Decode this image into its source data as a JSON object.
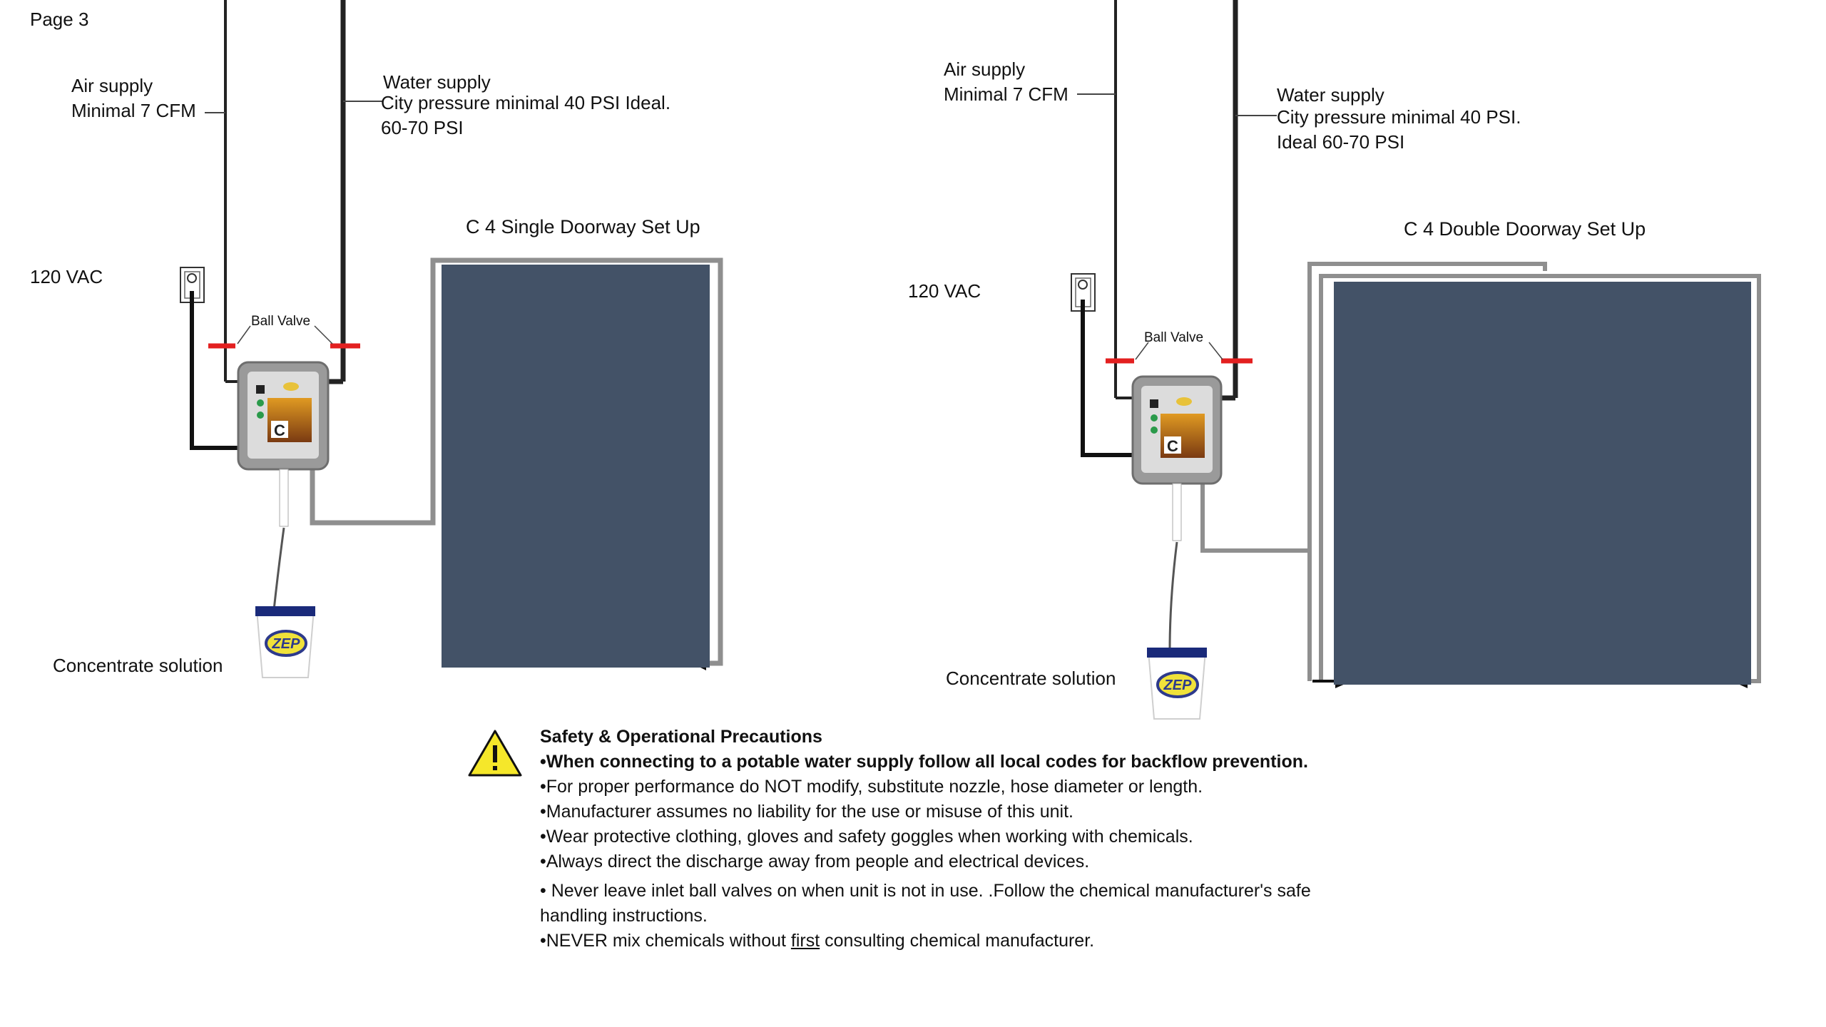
{
  "page_label": "Page 3",
  "left_setup": {
    "title": "C 4 Single Doorway Set Up",
    "air_supply": [
      "Air supply",
      "Minimal 7 CFM"
    ],
    "water_supply": [
      "Water supply",
      "City pressure minimal 40 PSI Ideal.",
      "60-70 PSI"
    ],
    "power": "120 VAC",
    "ball_valve": "Ball Valve",
    "concentrate": "Concentrate solution",
    "bucket_logo": "ZEP",
    "unit_letter": "C"
  },
  "right_setup": {
    "title": "C 4 Double Doorway Set Up",
    "air_supply": [
      "Air supply",
      "Minimal 7 CFM"
    ],
    "water_supply": [
      "Water supply",
      "City pressure minimal 40 PSI.",
      "Ideal 60-70 PSI"
    ],
    "power": "120 VAC",
    "ball_valve": "Ball Valve",
    "concentrate": "Concentrate solution",
    "bucket_logo": "ZEP",
    "unit_letter": "C"
  },
  "safety": {
    "heading": "Safety & Operational Precautions",
    "line1": "•When connecting to a potable water supply follow all local codes for backflow prevention.",
    "line2": "•For proper performance do NOT modify, substitute nozzle, hose diameter or length.",
    "line3": "•Manufacturer assumes no liability for the use or misuse of this unit.",
    "line4": "•Wear protective clothing, gloves and safety goggles when working with chemicals.",
    "line5": "•Always direct the discharge away from people and electrical devices.",
    "line6a": "• Never leave inlet ball valves on when unit is not in use.  .Follow the chemical manufacturer's safe",
    "line6b": "handling instructions.",
    "line7_pre": "•NEVER mix chemicals without ",
    "line7_u": "first",
    "line7_post": " consulting chemical manufacturer."
  },
  "colors": {
    "door": "#435267",
    "valve": "#e32020",
    "frame_pipe": "#8f8f8f",
    "unit_body": "#9a9a9a",
    "bucket_band": "#1a2a7a",
    "warning": "#f5e72a"
  },
  "icons": [
    "warning-icon",
    "outlet-icon",
    "ball-valve-icon",
    "wash-unit-icon",
    "zep-bucket-icon",
    "arrow-icon"
  ]
}
